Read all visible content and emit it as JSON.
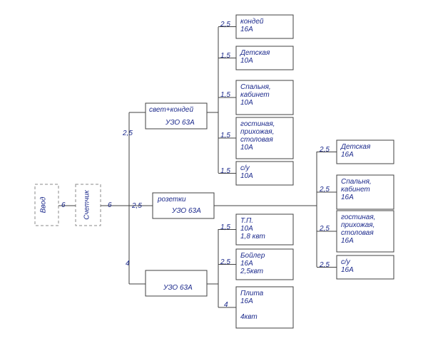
{
  "intro": {
    "label": "Ввод",
    "cable": "6"
  },
  "meter": {
    "label": "Счетчик",
    "cable": "6"
  },
  "group_light": {
    "title": "свет+кондей",
    "device": "УЗО 63А",
    "cable": "2,5",
    "lines": [
      {
        "cable": "2,5",
        "text": "кондей\n16А"
      },
      {
        "cable": "1,5",
        "text": "Детская\n10А"
      },
      {
        "cable": "1,5",
        "text": "Спальня,\nкабинет\n10А"
      },
      {
        "cable": "1,5",
        "text": "гостиная,\nприхожая,\nстоловая\n10А"
      },
      {
        "cable": "1,5",
        "text": "с/у\n10А"
      }
    ]
  },
  "group_sockets": {
    "title": "розетки",
    "device": "УЗО 63А",
    "cable": "2,5",
    "lines": [
      {
        "cable": "2,5",
        "text": "Детская\n16А"
      },
      {
        "cable": "2,5",
        "text": "Спальня,\nкабинет\n16А"
      },
      {
        "cable": "2,5",
        "text": "гостиная,\nприхожая,\nстоловая\n16А"
      },
      {
        "cable": "2,5",
        "text": "с/у\n16А"
      }
    ]
  },
  "group_power": {
    "device": "УЗО 63А",
    "cable": "4",
    "lines": [
      {
        "cable": "1,5",
        "text": "Т.П.\n10А\n1,8 квт"
      },
      {
        "cable": "2,5",
        "text": "Бойлер\n16А\n2,5квт"
      },
      {
        "cable": "4",
        "text": "Плита\n16А\n\n4квт"
      }
    ]
  }
}
